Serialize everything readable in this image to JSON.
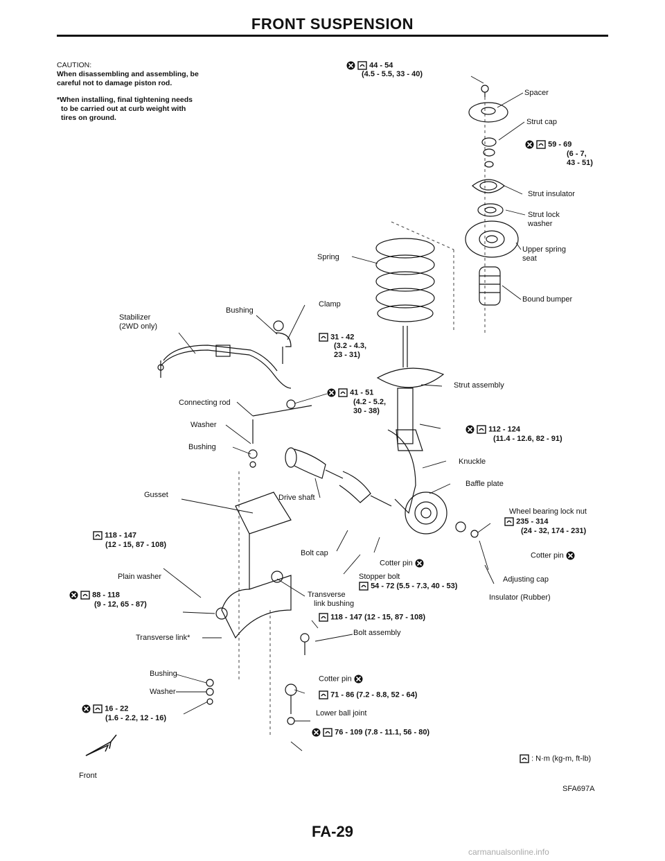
{
  "header": {
    "title": "FRONT SUSPENSION"
  },
  "notes": {
    "caution_head": "CAUTION:",
    "caution_l1": "When disassembling and assembling, be",
    "caution_l2": "careful not to damage piston rod.",
    "install_l1": "*When installing, final tightening needs",
    "install_l2": "to be carried out at curb weight with",
    "install_l3": "tires on ground."
  },
  "torques": {
    "t1": "44 - 54",
    "t1b": "(4.5 - 5.5, 33 - 40)",
    "t2": "59 - 69",
    "t2b": "(6 - 7,",
    "t2c": "43 - 51)",
    "t3": "31 - 42",
    "t3b": "(3.2 - 4.3,",
    "t3c": "23 - 31)",
    "t4": "41 - 51",
    "t4b": "(4.2 - 5.2,",
    "t4c": "30 - 38)",
    "t5": "112 - 124",
    "t5b": "(11.4 - 12.6, 82 - 91)",
    "t6": "235 - 314",
    "t6b": "(24 - 32, 174 - 231)",
    "t7": "118 - 147",
    "t7b": "(12 - 15, 87 - 108)",
    "t8": "88 - 118",
    "t8b": "(9 - 12, 65 - 87)",
    "t9": "54 - 72 (5.5 - 7.3, 40 - 53)",
    "t10": "118 - 147 (12 - 15, 87 - 108)",
    "t11": "71 - 86 (7.2 - 8.8, 52 - 64)",
    "t12": "16 - 22",
    "t12b": "(1.6 - 2.2, 12 - 16)",
    "t13": "76 - 109 (7.8 - 11.1, 56 - 80)"
  },
  "labels": {
    "spacer": "Spacer",
    "strut_cap": "Strut cap",
    "strut_insulator": "Strut insulator",
    "strut_lock": "Strut lock",
    "washer_w": "washer",
    "upper_spring": "Upper spring",
    "seat": "seat",
    "spring": "Spring",
    "bound_bumper": "Bound bumper",
    "bushing1": "Bushing",
    "clamp": "Clamp",
    "stabilizer": "Stabilizer",
    "twowd": "(2WD only)",
    "strut_assembly": "Strut assembly",
    "connecting_rod": "Connecting rod",
    "washer1": "Washer",
    "bushing2": "Bushing",
    "knuckle": "Knuckle",
    "baffle_plate": "Baffle plate",
    "gusset": "Gusset",
    "drive_shaft": "Drive shaft",
    "wheel_bearing": "Wheel bearing lock nut",
    "bolt_cap": "Bolt cap",
    "cotter_pin1": "Cotter pin",
    "cotter_pin2": "Cotter pin",
    "stopper_bolt": "Stopper bolt",
    "adjusting_cap": "Adjusting cap",
    "plain_washer": "Plain washer",
    "transverse": "Transverse",
    "link_bushing": "link bushing",
    "insulator": "Insulator (Rubber)",
    "bolt_assembly": "Bolt assembly",
    "transverse_link": "Transverse link*",
    "bushing3": "Bushing",
    "cotter_pin3": "Cotter pin",
    "washer2": "Washer",
    "lower_ball": "Lower ball joint",
    "front": "Front"
  },
  "legend": {
    "text": ": N·m (kg-m, ft-lb)"
  },
  "footer": {
    "code": "SFA697A",
    "page": "FA-29",
    "watermark": "carmanualsonline.info"
  }
}
